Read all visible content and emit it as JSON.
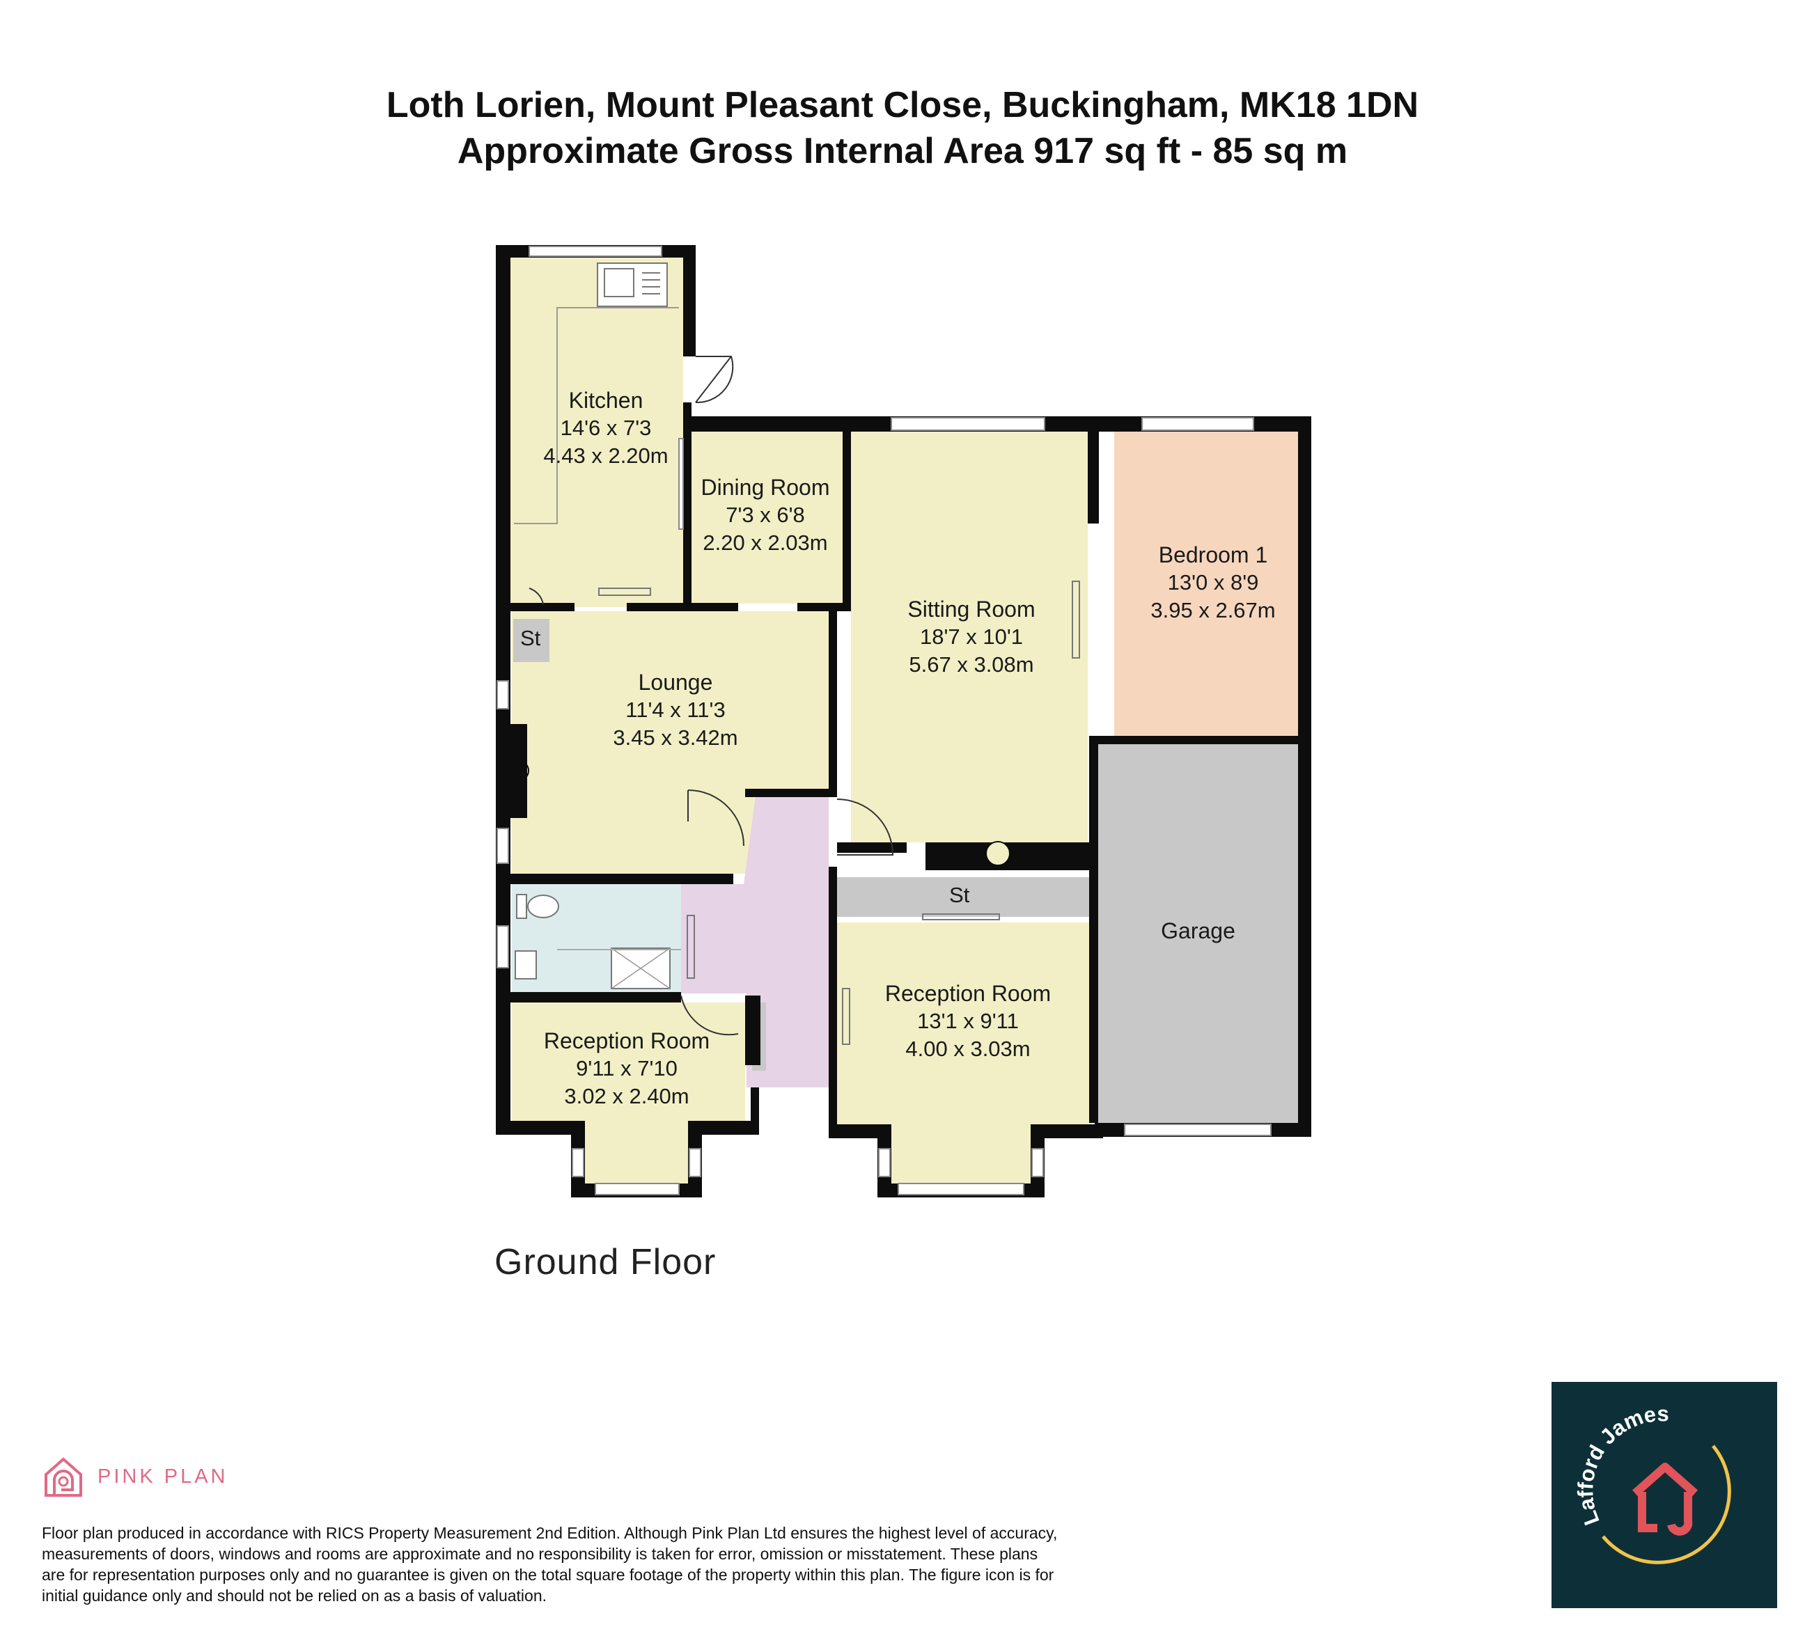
{
  "title": {
    "line1": "Loth Lorien, Mount Pleasant Close, Buckingham, MK18 1DN",
    "line2": "Approximate Gross Internal Area 917 sq ft - 85 sq m"
  },
  "colors": {
    "wall": "#0d0d0d",
    "room_cream": "#f2efc6",
    "bedroom": "#f6d7be",
    "garage": "#c8c8c8",
    "storage": "#c8c8c8",
    "hall": "#e6d3e6",
    "bathroom": "#dcecec",
    "pink_plan": "#e06a86",
    "agent_bg": "#0d3038",
    "agent_ring": "#f2c24a",
    "agent_house": "#e2545a"
  },
  "rooms": {
    "kitchen": {
      "name": "Kitchen",
      "imperial": "14'6 x 7'3",
      "metric": "4.43 x 2.20m"
    },
    "dining": {
      "name": "Dining Room",
      "imperial": "7'3 x 6'8",
      "metric": "2.20 x 2.03m"
    },
    "sitting": {
      "name": "Sitting Room",
      "imperial": "18'7 x 10'1",
      "metric": "5.67 x 3.08m"
    },
    "bedroom1": {
      "name": "Bedroom 1",
      "imperial": "13'0 x 8'9",
      "metric": "3.95 x 2.67m"
    },
    "lounge": {
      "name": "Lounge",
      "imperial": "11'4 x 11'3",
      "metric": "3.45 x 3.42m"
    },
    "garage": {
      "name": "Garage"
    },
    "reception_left": {
      "name": "Reception Room",
      "imperial": "9'11 x 7'10",
      "metric": "3.02 x 2.40m"
    },
    "reception_right": {
      "name": "Reception Room",
      "imperial": "13'1 x 9'11",
      "metric": "4.00 x 3.03m"
    },
    "store_left": {
      "name": "St"
    },
    "store_middle": {
      "name": "St"
    }
  },
  "floor_label": "Ground Floor",
  "footer": {
    "brand": "PINK PLAN",
    "disclaimer": "Floor plan produced in accordance with RICS Property Measurement 2nd Edition. Although Pink Plan Ltd ensures the highest level of accuracy, measurements of doors, windows and rooms are approximate and no responsibility is taken for error, omission or misstatement. These plans are for representation purposes only and no guarantee is given on the total square footage of the property within this plan. The figure icon is for initial guidance only and should not be relied on as a basis of valuation.",
    "agent_name": "Lafford James"
  }
}
